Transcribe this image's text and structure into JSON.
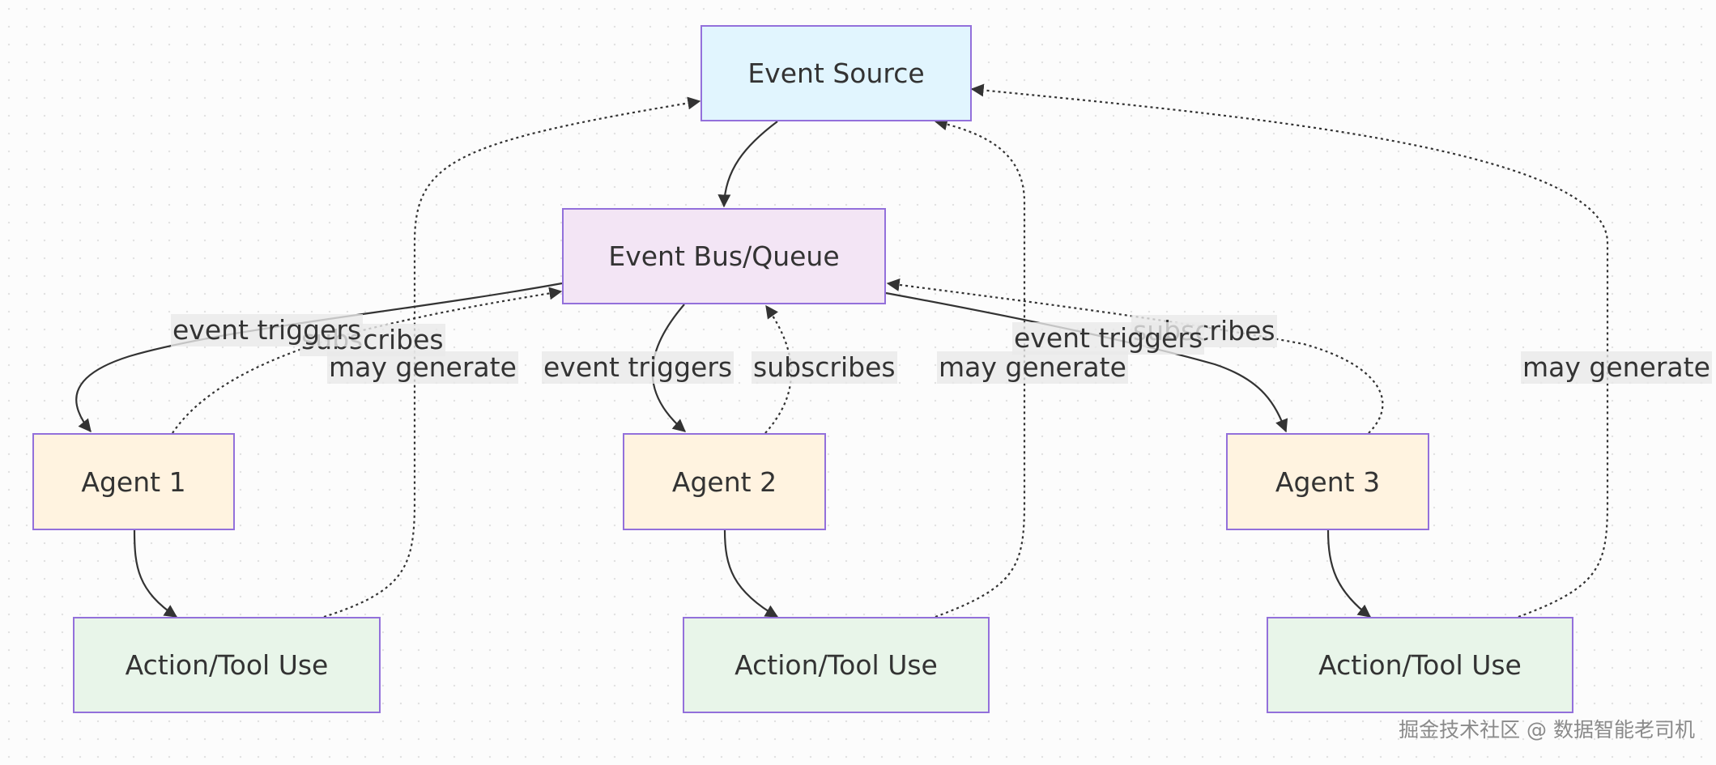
{
  "nodes": {
    "event_source": "Event Source",
    "event_bus": "Event Bus/Queue",
    "agent1": "Agent 1",
    "agent2": "Agent 2",
    "agent3": "Agent 3",
    "action1": "Action/Tool Use",
    "action2": "Action/Tool Use",
    "action3": "Action/Tool Use"
  },
  "edge_labels": {
    "bus_agent1": "event triggers",
    "agent1_bus": "subscribes",
    "action1_source": "may generate",
    "bus_agent2": "event triggers",
    "agent2_bus": "subscribes",
    "action2_source": "may generate",
    "bus_agent3": "event triggers",
    "agent3_bus": "subscribes",
    "action3_source": "may generate"
  },
  "colors": {
    "event_source_fill": "#e1f5fe",
    "event_bus_fill": "#f3e5f5",
    "agent_fill": "#fff3e0",
    "action_fill": "#e8f5e9",
    "node_border": "#9370db",
    "edge": "#333333"
  },
  "watermark": "掘金技术社区 @ 数据智能老司机"
}
